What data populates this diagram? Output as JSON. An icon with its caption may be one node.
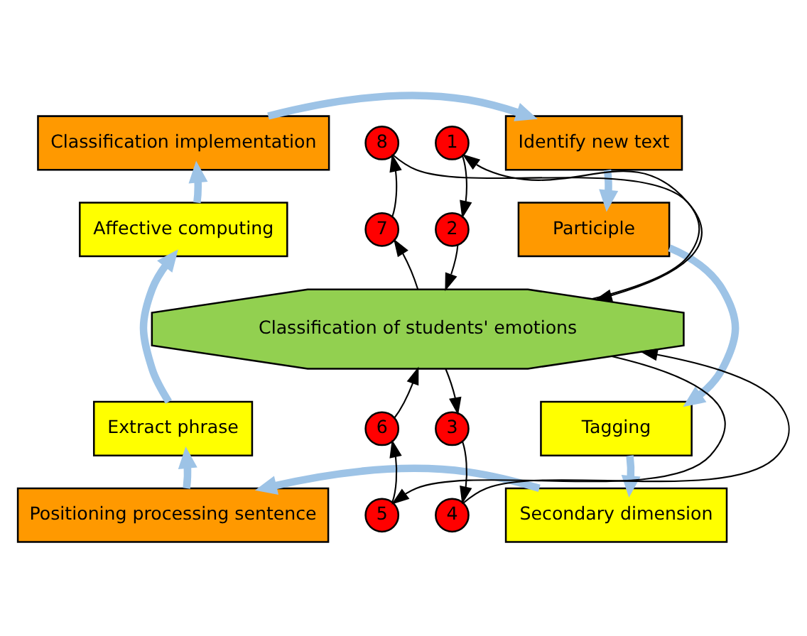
{
  "diagram": {
    "nodes": [
      {
        "text": [
          "Classification implementation"
        ]
      },
      {
        "text": [
          "Identify new text"
        ]
      },
      {
        "text": [
          "Participle"
        ]
      },
      {
        "text": [
          "Tagging"
        ]
      },
      {
        "text": [
          "Secondary dimension"
        ]
      },
      {
        "text": [
          "Positioning processing sentence"
        ]
      },
      {
        "text": [
          "Extract phrase"
        ]
      },
      {
        "text": [
          "Affective computing"
        ]
      },
      {
        "text": [
          "Classification of students' emotions"
        ]
      },
      {
        "text": [
          "1"
        ]
      },
      {
        "text": [
          "2"
        ]
      },
      {
        "text": [
          "3"
        ]
      },
      {
        "text": [
          "4"
        ]
      },
      {
        "text": [
          "5"
        ]
      },
      {
        "text": [
          "6"
        ]
      },
      {
        "text": [
          "7"
        ]
      },
      {
        "text": [
          "8"
        ]
      }
    ],
    "edges": [
      {
        "from": 0,
        "to": 1,
        "arrow": "to",
        "style": "thick",
        "color": "#9dc3e6"
      },
      {
        "from": 1,
        "to": 2,
        "arrow": "to",
        "style": "thick",
        "color": "#9dc3e6"
      },
      {
        "from": 2,
        "to": 3,
        "arrow": "to",
        "style": "thick",
        "color": "#9dc3e6"
      },
      {
        "from": 3,
        "to": 4,
        "arrow": "to",
        "style": "thick",
        "color": "#9dc3e6"
      },
      {
        "from": 4,
        "to": 5,
        "arrow": "to",
        "style": "thick",
        "color": "#9dc3e6"
      },
      {
        "from": 5,
        "to": 6,
        "arrow": "to",
        "style": "thick",
        "color": "#9dc3e6"
      },
      {
        "from": 6,
        "to": 7,
        "arrow": "to",
        "style": "thick",
        "color": "#9dc3e6"
      },
      {
        "from": 7,
        "to": 0,
        "arrow": "to",
        "style": "thick",
        "color": "#9dc3e6"
      },
      {
        "from": 8,
        "to": 9,
        "arrow": "to"
      },
      {
        "from": 9,
        "to": 10,
        "arrow": "to"
      },
      {
        "from": 10,
        "to": 8,
        "arrow": "to"
      },
      {
        "from": 8,
        "to": 11,
        "arrow": "to"
      },
      {
        "from": 11,
        "to": 12,
        "arrow": "to"
      },
      {
        "from": 12,
        "to": 8,
        "arrow": "to"
      },
      {
        "from": 8,
        "to": 13,
        "arrow": "to"
      },
      {
        "from": 13,
        "to": 14,
        "arrow": "to"
      },
      {
        "from": 14,
        "to": 8,
        "arrow": "to"
      },
      {
        "from": 8,
        "to": 15,
        "arrow": "to"
      },
      {
        "from": 15,
        "to": 16,
        "arrow": "to"
      },
      {
        "from": 16,
        "to": 8,
        "arrow": "to"
      }
    ]
  }
}
